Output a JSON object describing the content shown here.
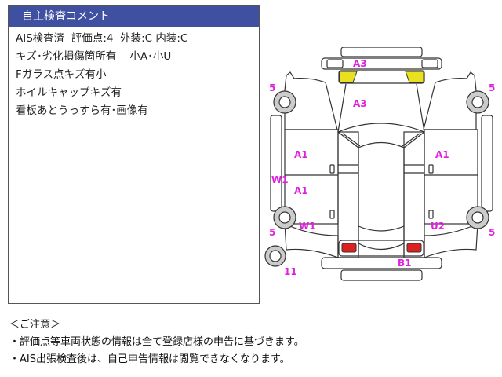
{
  "comment_panel": {
    "title": "自主検査コメント",
    "lines": [
      "AIS検査済  評価点:4  外装:C 内装:C",
      "キズ･劣化損傷箇所有    小A･小U",
      "Fガラス点キズ有小",
      "ホイルキャップキズ有",
      "看板あとうっすら有･画像有"
    ]
  },
  "notes": {
    "heading": "＜ご注意＞",
    "items": [
      "・評価点等車両状態の情報は全て登録店様の申告に基づきます。",
      "・AIS出張検査後は、自己申告情報は閲覧できなくなります。"
    ]
  },
  "diagram": {
    "colors": {
      "label": "#e020e0",
      "highlight_front": "#e8e020",
      "highlight_rear": "#dd2020"
    },
    "labels": {
      "front_bumper": "A3",
      "hood": "A3",
      "left_front_wheel": "5",
      "right_front_wheel": "5",
      "left_front_door": "A1",
      "right_front_door": "A1",
      "left_side_strip": "W1",
      "left_rear_door": "A1",
      "left_rear_wheel": "5",
      "left_rear_fender": "W1",
      "right_rear_fender": "U2",
      "right_rear_wheel": "5",
      "spare_wheel": "11",
      "rear_bumper": "B1"
    }
  }
}
